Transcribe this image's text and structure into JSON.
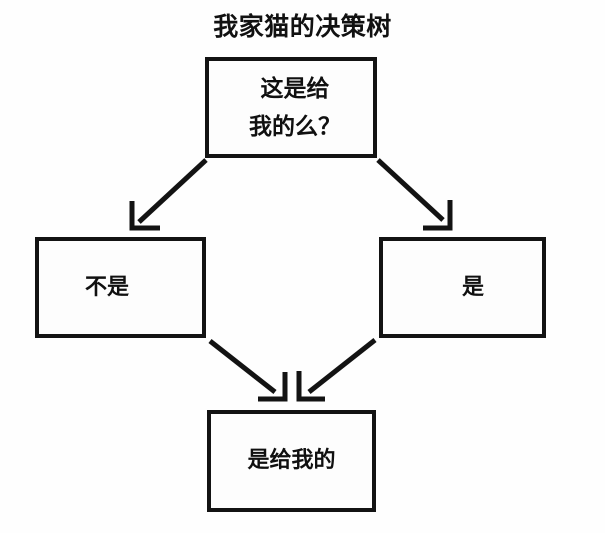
{
  "diagram": {
    "title": "我家猫的决策树",
    "background_color": "#fefefe",
    "stroke_color": "#131313",
    "node_fill_color": "#fdfdfd",
    "nodes": [
      {
        "id": "root",
        "label": "这是给\n我的么？",
        "role": "decision-question"
      },
      {
        "id": "no",
        "label": "不是",
        "role": "branch-negative"
      },
      {
        "id": "yes",
        "label": "是",
        "role": "branch-affirmative"
      },
      {
        "id": "outcome",
        "label": "是给我的",
        "role": "conclusion"
      }
    ],
    "edges": [
      {
        "from": "root",
        "to": "no",
        "direction": "down-left"
      },
      {
        "from": "root",
        "to": "yes",
        "direction": "down-right"
      },
      {
        "from": "no",
        "to": "outcome",
        "direction": "down-right"
      },
      {
        "from": "yes",
        "to": "outcome",
        "direction": "down-left"
      }
    ]
  }
}
